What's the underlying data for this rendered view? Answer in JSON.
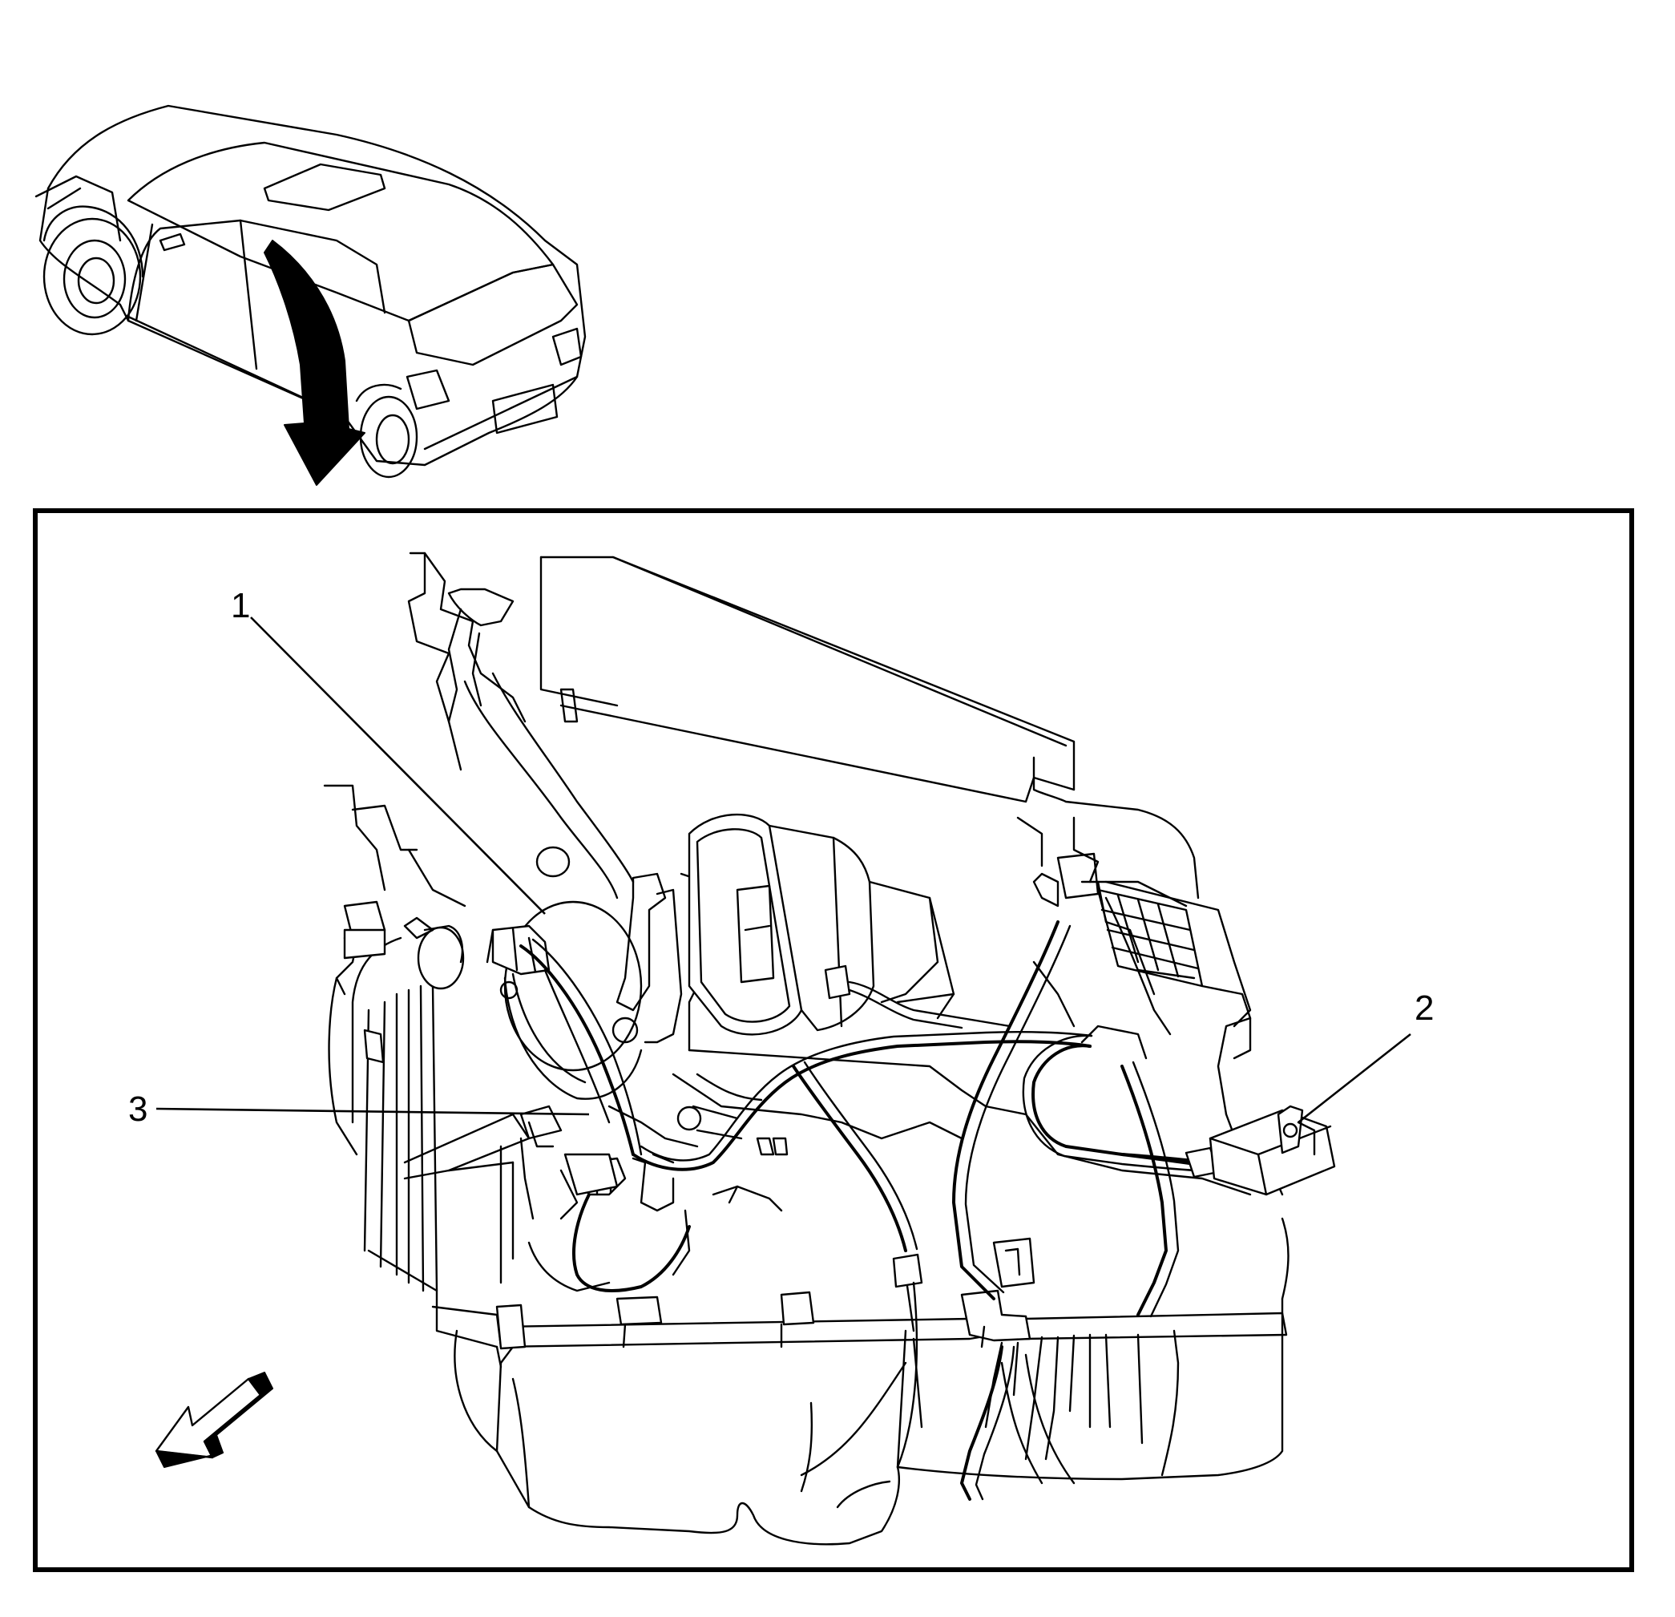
{
  "callouts": [
    {
      "id": "1",
      "label": "1"
    },
    {
      "id": "2",
      "label": "2"
    },
    {
      "id": "3",
      "label": "3"
    }
  ],
  "icons": {
    "vehicle": "vehicle-outline-icon",
    "pointer_arrow": "curved-pointer-arrow-icon",
    "direction_arrow": "vehicle-front-direction-arrow-icon"
  }
}
